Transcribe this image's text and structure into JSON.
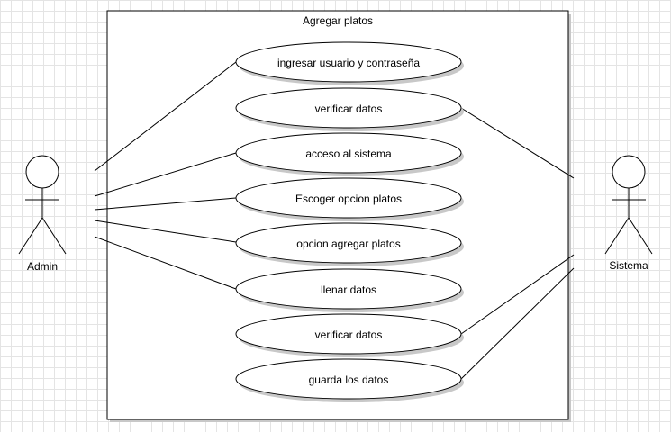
{
  "system": {
    "title": "Agregar platos"
  },
  "actors": {
    "admin": {
      "label": "Admin"
    },
    "sistema": {
      "label": "Sistema"
    }
  },
  "use_cases": {
    "uc1": "ingresar usuario y contraseña",
    "uc2": "verificar datos",
    "uc3": "acceso al sistema",
    "uc4": "Escoger opcion platos",
    "uc5": "opcion agregar platos",
    "uc6": "llenar datos",
    "uc7": "verificar datos",
    "uc8": "guarda los datos"
  },
  "colors": {
    "line": "#000000",
    "fill": "#ffffff",
    "shadow": "#c8c8c8",
    "grid": "#e4e4e4"
  }
}
